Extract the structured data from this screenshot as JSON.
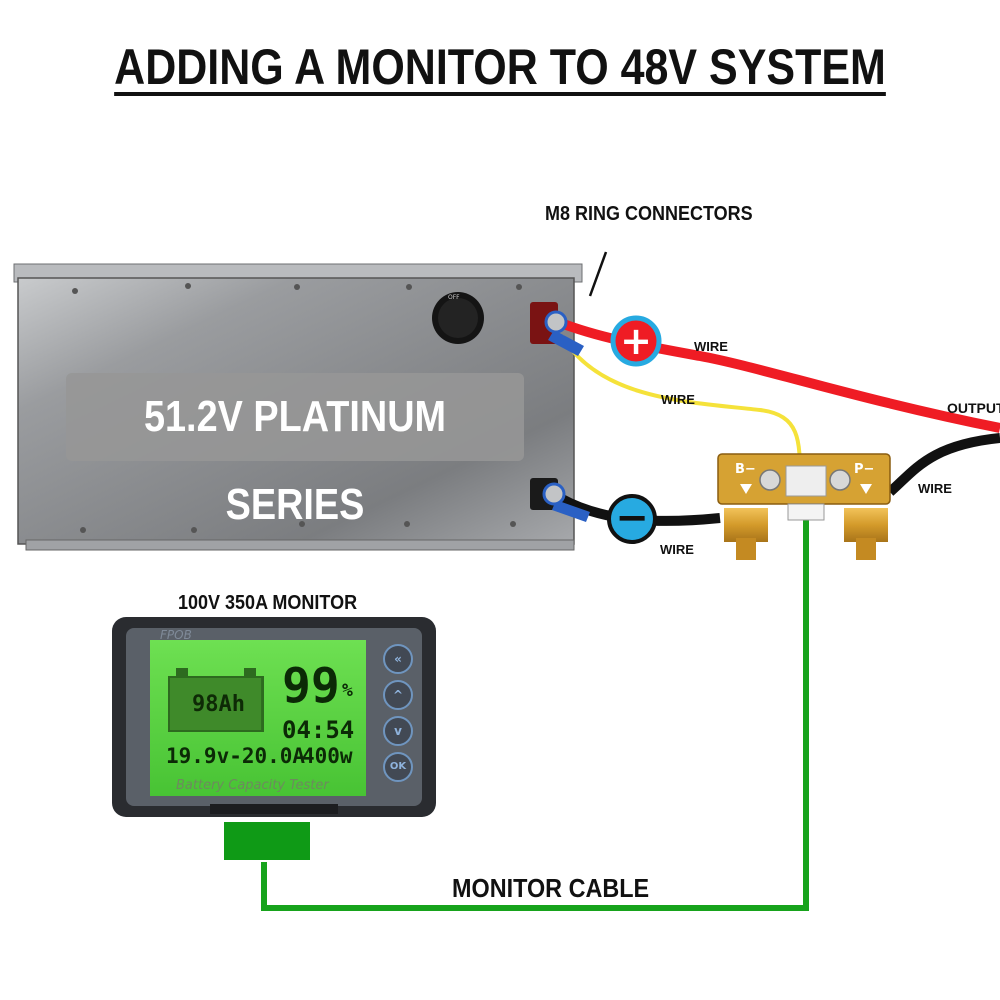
{
  "title": "ADDING A MONITOR TO 48V SYSTEM",
  "battery": {
    "label": "51.2V PLATINUM SERIES",
    "knob_text": "OFF"
  },
  "labels": {
    "ring_connectors": "M8 RING CONNECTORS",
    "wire_positive": "WIRE",
    "wire_yellow": "WIRE",
    "wire_negative": "WIRE",
    "wire_output": "WIRE",
    "output": "OUTPUT",
    "monitor_title": "100V 350A MONITOR",
    "monitor_cable": "MONITOR CABLE"
  },
  "terminals": {
    "positive_symbol": "+",
    "negative_symbol": "−"
  },
  "shunt": {
    "b_label": "B−",
    "p_label": "P−"
  },
  "monitor": {
    "brand": "FPOB",
    "capacity": "98Ah",
    "percent": "99",
    "percent_unit": "%",
    "time": "04:54",
    "voltage_current": "19.9v-20.0A",
    "power": "400w",
    "footer": "Battery Capacity Tester",
    "battery_level": 0.99,
    "buttons": [
      "«",
      "^",
      "v",
      "OK"
    ]
  },
  "colors": {
    "positive_wire": "#ef1c24",
    "negative_wire": "#111111",
    "yellow_wire": "#f5e23a",
    "monitor_cable": "#17a31c",
    "terminal_ring": "#27aae1",
    "lcd_green": "#56d43c"
  }
}
